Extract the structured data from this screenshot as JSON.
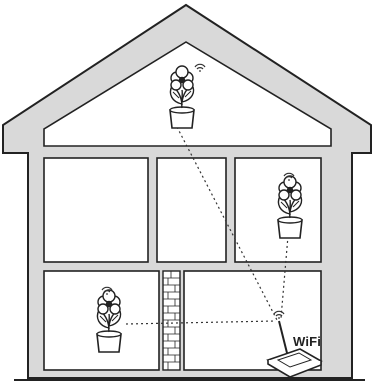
{
  "router": {
    "label": "WiFi"
  },
  "plants": [
    {
      "location": "attic"
    },
    {
      "location": "middle-right-room"
    },
    {
      "location": "lower-left-room"
    }
  ],
  "colors": {
    "outline": "#222222",
    "wall": "#d9d9d9",
    "room": "#ffffff",
    "signal": "#333333"
  }
}
